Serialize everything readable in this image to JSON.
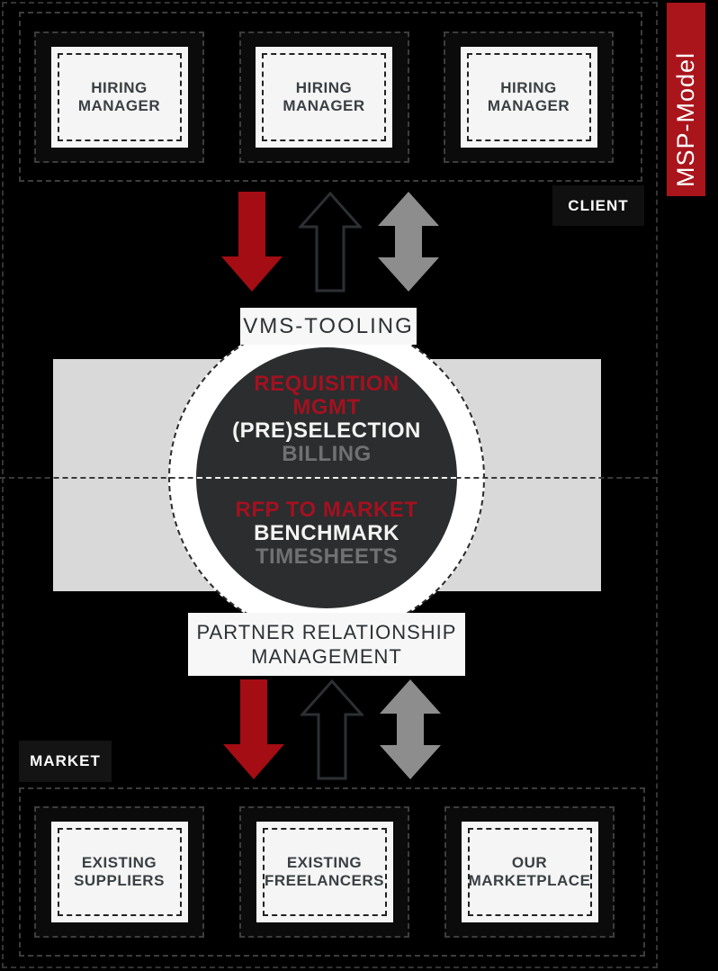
{
  "banner": {
    "label": "MSP-Model"
  },
  "client_section": {
    "tag": "CLIENT",
    "nodes": [
      {
        "label": "HIRING MANAGER"
      },
      {
        "label": "HIRING MANAGER"
      },
      {
        "label": "HIRING MANAGER"
      }
    ]
  },
  "vms": {
    "tooling_label": "VMS-TOOLING",
    "circle": {
      "upper": [
        {
          "text": "REQUISITION",
          "color": "red"
        },
        {
          "text": "MGMT",
          "color": "red"
        },
        {
          "text": "(PRE)SELECTION",
          "color": "white"
        },
        {
          "text": "BILLING",
          "color": "gray"
        }
      ],
      "lower": [
        {
          "text": "RFP TO MARKET",
          "color": "red"
        },
        {
          "text": "BENCHMARK",
          "color": "white"
        },
        {
          "text": "TIMESHEETS",
          "color": "gray"
        }
      ]
    },
    "prm_label": "PARTNER RELATIONSHIP MANAGEMENT"
  },
  "market_section": {
    "tag": "MARKET",
    "nodes": [
      {
        "label": "EXISTING SUPPLIERS"
      },
      {
        "label": "EXISTING FREELANCERS"
      },
      {
        "label": "OUR MARKETPLACE"
      }
    ]
  },
  "icons": {
    "down_arrow": "solid-down-arrow",
    "up_arrow": "outline-up-arrow",
    "up_down_arrow": "double-headed-vertical-arrow"
  },
  "theme": {
    "background": "#000000",
    "banner_red": "#a9151b",
    "arrow_red": "#a30d13",
    "text_red": "#a31120",
    "gray_arrow": "#8d8d8d",
    "band_gray": "#d9d9d9",
    "circle_dark": "#2b2d2e",
    "box_white": "#f5f5f5",
    "text_dark": "#3a3f43"
  }
}
